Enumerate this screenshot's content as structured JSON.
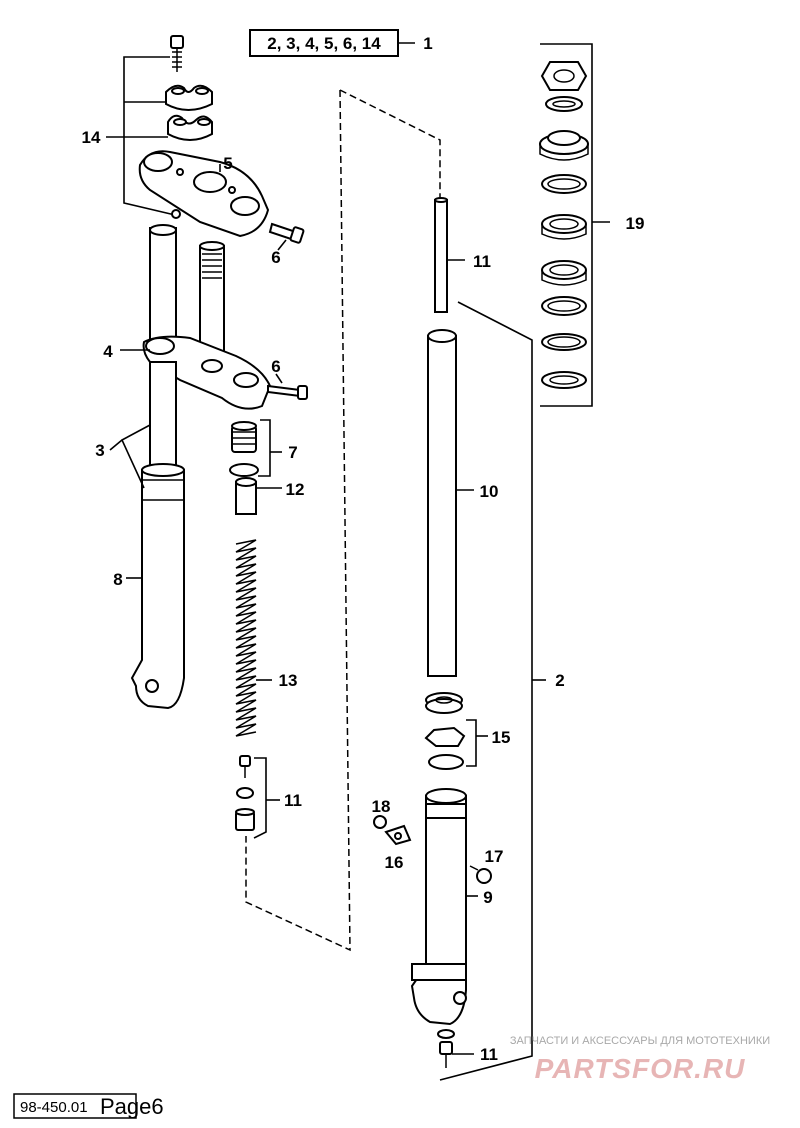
{
  "kit_label": "2, 3, 4, 5, 6, 14",
  "callouts": {
    "c1": "1",
    "c2": "2",
    "c3": "3",
    "c4": "4",
    "c5": "5",
    "c6a": "6",
    "c6b": "6",
    "c7": "7",
    "c8": "8",
    "c9": "9",
    "c10": "10",
    "c11a": "11",
    "c11b": "11",
    "c11c": "11",
    "c12": "12",
    "c13": "13",
    "c14": "14",
    "c15": "15",
    "c16": "16",
    "c17": "17",
    "c18": "18",
    "c19": "19"
  },
  "watermark": {
    "caption": "ЗАПЧАСТИ И АКСЕССУАРЫ ДЛЯ МОТОТЕХНИКИ",
    "brand": "PARTSFOR.RU"
  },
  "footer": {
    "doc_number": "98-450.01",
    "page_label": "Page6"
  },
  "colors": {
    "ink": "#000000",
    "watermark_red": "#e7b5b5",
    "watermark_gray": "#a8a8a8"
  }
}
